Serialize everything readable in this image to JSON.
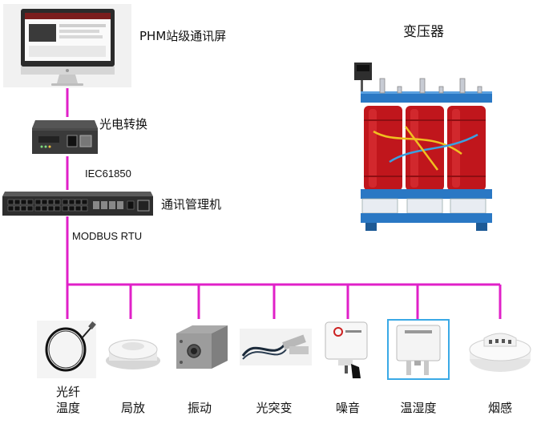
{
  "colors": {
    "bus": "#e020c8",
    "transformer_red": "#c0161c",
    "frame_blue": "#2a78c4"
  },
  "nodes": {
    "screen": {
      "label": "PHM站级通讯屏",
      "icon": "monitor-icon"
    },
    "converter": {
      "label": "光电转换",
      "icon": "media-converter-icon"
    },
    "switch": {
      "label": "通讯管理机",
      "icon": "network-switch-icon"
    },
    "transformer": {
      "label": "变压器",
      "icon": "transformer-icon"
    }
  },
  "links": {
    "iec": "IEC61850",
    "modbus": "MODBUS RTU"
  },
  "sensors": [
    {
      "label_line1": "光纤",
      "label_line2": "温度",
      "icon": "fiber-coil-icon"
    },
    {
      "label_line1": "局放",
      "label_line2": "",
      "icon": "partial-discharge-sensor-icon"
    },
    {
      "label_line1": "振动",
      "label_line2": "",
      "icon": "vibration-sensor-icon"
    },
    {
      "label_line1": "光突变",
      "label_line2": "",
      "icon": "arc-light-sensor-icon"
    },
    {
      "label_line1": "噪音",
      "label_line2": "",
      "icon": "noise-sensor-icon"
    },
    {
      "label_line1": "温湿度",
      "label_line2": "",
      "icon": "temp-humidity-sensor-icon"
    },
    {
      "label_line1": "烟感",
      "label_line2": "",
      "icon": "smoke-detector-icon"
    }
  ]
}
